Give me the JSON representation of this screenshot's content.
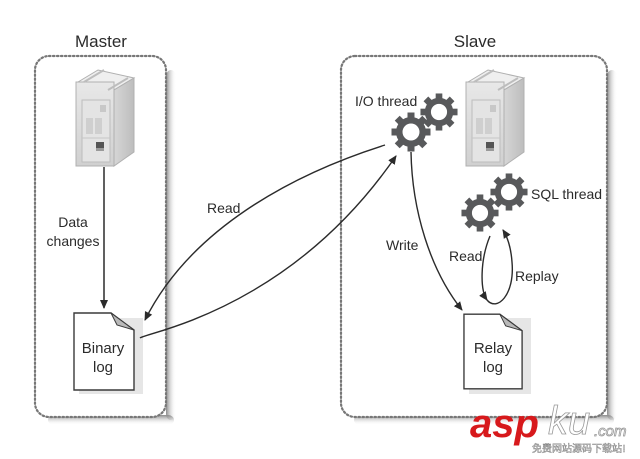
{
  "diagram": {
    "title": "MySQL master-slave replication",
    "master": {
      "label": "Master",
      "data_changes_line1": "Data",
      "data_changes_line2": "changes",
      "binary_log_line1": "Binary",
      "binary_log_line2": "log"
    },
    "slave": {
      "label": "Slave",
      "io_thread": "I/O thread",
      "sql_thread": "SQL thread",
      "relay_log_line1": "Relay",
      "relay_log_line2": "log",
      "write": "Write",
      "read": "Read",
      "replay": "Replay"
    },
    "edges": {
      "read_binlog": "Read"
    }
  },
  "watermark": {
    "brand_red": "asp",
    "brand_grey": "ku",
    "domain": ".com",
    "tagline": "免费网站源码下载站!"
  },
  "colors": {
    "line": "#3a3a3a",
    "gear": "#58595b",
    "box_border": "#777777",
    "watermark_red": "#d7191c"
  }
}
